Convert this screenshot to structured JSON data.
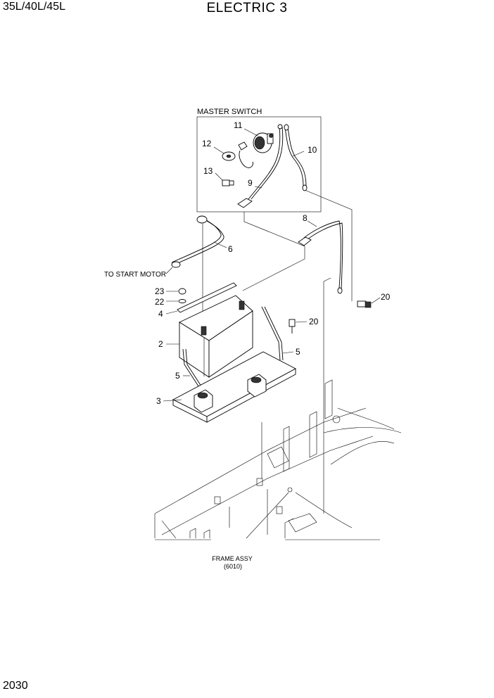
{
  "header": {
    "model": "35L/40L/45L",
    "title": "ELECTRIC 3"
  },
  "footer": {
    "page_number": "2030"
  },
  "diagram": {
    "group_label": "MASTER SWITCH",
    "callouts": {
      "c11": "11",
      "c12": "12",
      "c13": "13",
      "c10": "10",
      "c9": "9",
      "c8": "8",
      "c6": "6",
      "c20a": "20",
      "c20b": "20",
      "c23": "23",
      "c22": "22",
      "c4": "4",
      "c2": "2",
      "c5a": "5",
      "c5b": "5",
      "c3": "3"
    },
    "to_start_motor": "TO START MOTOR",
    "frame_assy": "FRAME ASSY",
    "frame_assy_ref": "(6010)"
  }
}
